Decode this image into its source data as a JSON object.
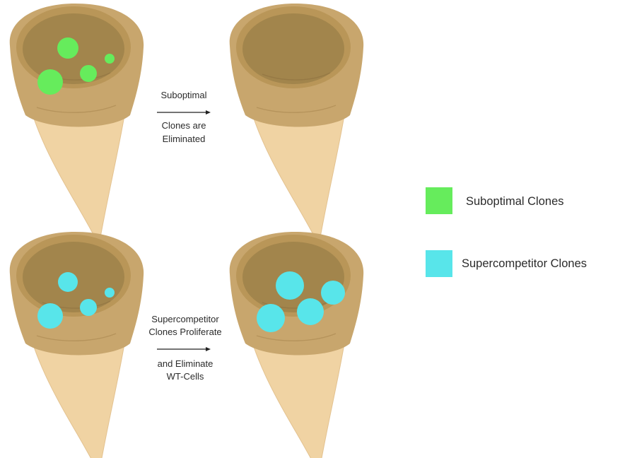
{
  "colors": {
    "suboptimal": "#66ec5c",
    "supercompetitor": "#58e5ea",
    "organoid_outer": "#c8a66d",
    "organoid_rim": "#b99658",
    "organoid_lumen": "#a2854c",
    "organoid_tip": "#f0d3a3"
  },
  "arrows": {
    "top": {
      "line1": "Suboptimal",
      "line2": "Clones are",
      "line3": "Eliminated"
    },
    "bottom": {
      "line1": "Supercompetitor",
      "line2": "Clones Proliferate",
      "line3": "and Eliminate",
      "line4": "WT-Cells"
    }
  },
  "legend": {
    "suboptimal_label": "Suboptimal Clones",
    "supercompetitor_label": "Supercompetitor Clones"
  }
}
